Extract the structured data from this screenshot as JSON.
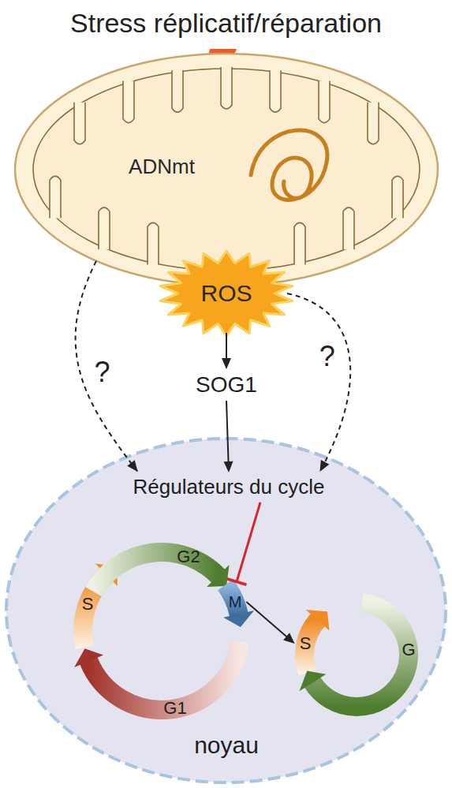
{
  "diagram": {
    "nodes": [
      {
        "text": [
          "ADNmt"
        ]
      },
      {
        "text": [
          "ROS"
        ]
      },
      {
        "text": [
          "SOG1"
        ]
      },
      {
        "text": [
          "noyau"
        ]
      },
      {
        "text": [
          "Régulateurs du cycle"
        ],
        "in": 3
      },
      {
        "text": [
          "S"
        ],
        "in": 3
      },
      {
        "text": [
          "G2"
        ],
        "in": 3
      },
      {
        "text": [
          "M"
        ],
        "in": 3
      },
      {
        "text": [
          "G1"
        ],
        "in": 3
      },
      {
        "text": [
          "S"
        ],
        "in": 3
      },
      {
        "text": [
          "G"
        ],
        "in": 3
      }
    ],
    "edges": [
      {
        "from": 0,
        "to": 4,
        "arrow": "to",
        "label": "?"
      },
      {
        "from": 1,
        "to": 2,
        "arrow": "to"
      },
      {
        "from": 1,
        "to": 4,
        "arrow": "to",
        "label": "?"
      },
      {
        "from": 2,
        "to": 4,
        "arrow": "to"
      },
      {
        "from": 4,
        "to": 7,
        "arrow": "to"
      },
      {
        "from": 7,
        "to": 9,
        "arrow": "to"
      }
    ],
    "labels": [
      "Stress réplicatif/réparation"
    ]
  }
}
